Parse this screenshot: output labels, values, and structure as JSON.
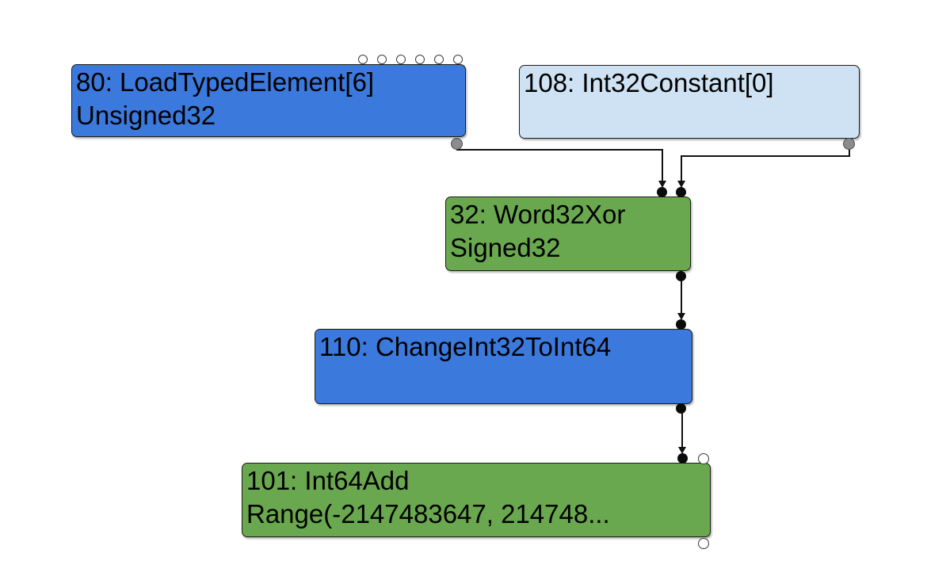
{
  "app": {
    "name": "compiler-graph-view",
    "background": "#ffffff"
  },
  "colors": {
    "node-blue": "#3b79dd",
    "node-green": "#6aa84f",
    "node-lightblue": "#cfe2f3",
    "node-border": "#1c1c1c",
    "edge": "#111111",
    "port-input-fill": "#0b0b0b",
    "port-output-fill": "#8c8c8c",
    "port-open-fill": "#ffffff"
  },
  "graph": {
    "nodes": [
      {
        "id": "80",
        "title": "80: LoadTypedElement[6]",
        "subtitle": "Unsigned32",
        "color_key": "node-blue",
        "hidden_input_ports": 6,
        "output_ports": 1
      },
      {
        "id": "108",
        "title": "108: Int32Constant[0]",
        "subtitle": "",
        "color_key": "node-lightblue",
        "output_ports": 1
      },
      {
        "id": "32",
        "title": "32: Word32Xor",
        "subtitle": "Signed32",
        "color_key": "node-green",
        "input_ports": 2,
        "output_ports": 1
      },
      {
        "id": "110",
        "title": "110: ChangeInt32ToInt64",
        "subtitle": "",
        "color_key": "node-blue",
        "input_ports": 1,
        "output_ports": 1
      },
      {
        "id": "101",
        "title": "101: Int64Add",
        "subtitle": "Range(-2147483647, 214748...",
        "color_key": "node-green",
        "input_ports": 2,
        "output_ports": 1,
        "unconnected_ports": 2
      }
    ],
    "edges": [
      {
        "from": "80",
        "to": "32",
        "to_input": 1
      },
      {
        "from": "108",
        "to": "32",
        "to_input": 2
      },
      {
        "from": "32",
        "to": "110",
        "to_input": 1
      },
      {
        "from": "110",
        "to": "101",
        "to_input": 1
      }
    ]
  }
}
